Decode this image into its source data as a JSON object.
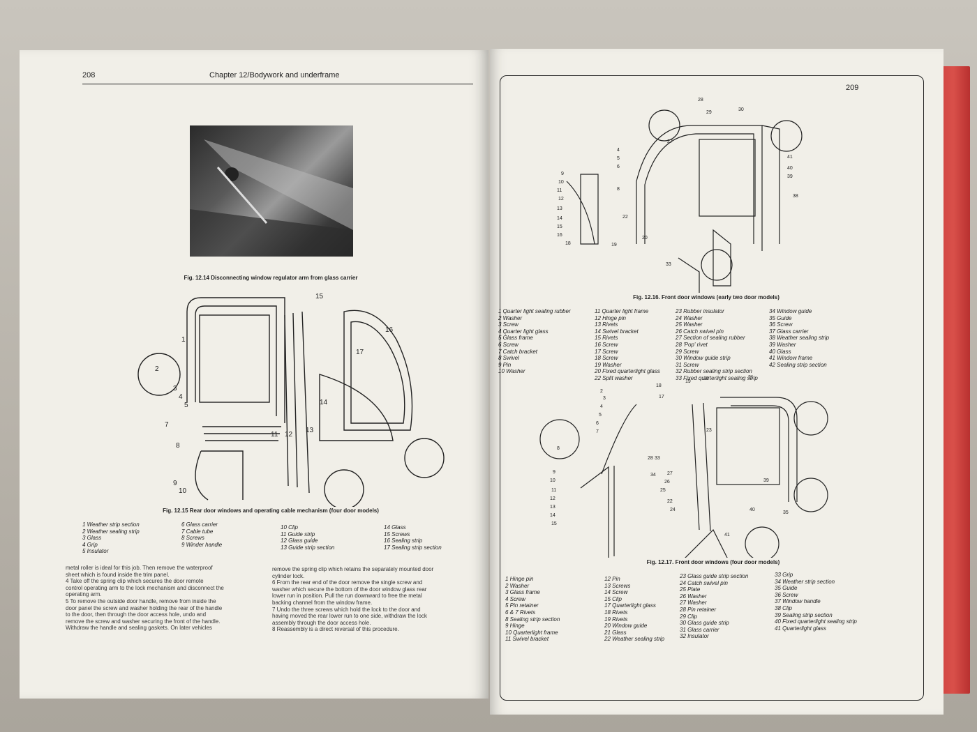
{
  "left_page": {
    "page_number": "208",
    "chapter_title": "Chapter 12/Bodywork and underframe",
    "fig_12_14_caption": "Fig. 12.14 Disconnecting window regulator arm from glass carrier",
    "fig_12_15_caption": "Fig. 12.15 Rear door windows and operating cable mechanism (four door models)",
    "fig_12_15_callouts": [
      "1",
      "2",
      "3",
      "4",
      "5",
      "7",
      "8",
      "9",
      "10",
      "11",
      "12",
      "13",
      "14",
      "15",
      "16",
      "17"
    ],
    "fig_12_15_legend": [
      "1  Weather strip section",
      "2  Weather sealing strip",
      "3  Glass",
      "4  Grip",
      "5  Insulator",
      "6  Glass carrier",
      "7  Cable tube",
      "8  Screws",
      "9  Winder handle",
      "10 Clip",
      "11 Guide strip",
      "12 Glass guide",
      "13 Guide strip section",
      "14 Glass",
      "15 Screws",
      "16 Sealing strip",
      "17 Sealing strip section"
    ],
    "body_col1": [
      "metal roller is ideal for this job. Then remove the waterproof",
      "sheet which is found inside the trim panel.",
      "4  Take off the spring clip which secures the door remote",
      "control operating arm to the lock mechanism and disconnect the",
      "operating arm.",
      "5  To remove the outside door handle, remove from inside the",
      "door panel the screw and washer holding the rear of the handle",
      "to the door, then through the door access hole, undo and",
      "remove the screw and washer securing the front of the handle.",
      "Withdraw the handle and sealing gaskets. On later vehicles"
    ],
    "body_col2": [
      "remove the spring clip which retains the separately mounted door",
      "cylinder lock.",
      "6  From the rear end of the door remove the single screw and",
      "washer which secure the bottom of the door window glass rear",
      "lower run in position. Pull the run downward to free the metal",
      "backing channel from the window frame.",
      "7  Undo the three screws which hold the lock to the door and",
      "having moved the rear lower run to one side, withdraw the lock",
      "assembly through the door access hole.",
      "8  Reassembly is a direct reversal of this procedure."
    ]
  },
  "right_page": {
    "page_number": "209",
    "fig_12_16_caption": "Fig. 12.16. Front door windows (early two door models)",
    "fig_12_16_callouts": [
      "4",
      "5",
      "6",
      "8",
      "9",
      "10",
      "11",
      "12",
      "13",
      "14",
      "15",
      "16",
      "18",
      "19",
      "20",
      "22",
      "27",
      "28",
      "29",
      "30",
      "33",
      "38",
      "39",
      "40",
      "41"
    ],
    "fig_12_16_legend": [
      "1  Quarter light sealing rubber",
      "2  Washer",
      "3  Screw",
      "4  Quarter light glass",
      "5  Glass frame",
      "6  Screw",
      "7  Catch bracket",
      "8  Swivel",
      "9  Pin",
      "10 Washer",
      "11 Quarter light frame",
      "12 Hinge pin",
      "13 Rivets",
      "14 Swivel bracket",
      "15 Rivets",
      "16 Screw",
      "17 Screw",
      "18 Screw",
      "19 Washer",
      "20 Fixed quarterlight glass",
      "22 Split washer",
      "23 Rubber insulator",
      "24 Washer",
      "25 Washer",
      "26 Catch swivel pin",
      "27 Section of sealing rubber",
      "28 'Pop' rivet",
      "29 Screw",
      "30 Window guide strip",
      "31 Screw",
      "32 Rubber sealing strip section",
      "33 Fixed quarterlight sealing strip",
      "34 Window guide",
      "35 Guide",
      "36 Screw",
      "37 Glass carrier",
      "38 Weather sealing strip",
      "39 Washer",
      "40 Glass",
      "41 Window frame",
      "42 Sealing strip section"
    ],
    "fig_12_17_caption": "Fig. 12.17. Front door windows (four door models)",
    "fig_12_17_callouts": [
      "2",
      "3",
      "4",
      "5",
      "6",
      "7",
      "8",
      "9",
      "10",
      "11",
      "12",
      "13",
      "14",
      "15",
      "17",
      "18",
      "19",
      "20",
      "21",
      "22",
      "23",
      "24",
      "25",
      "26",
      "27",
      "28",
      "33",
      "34",
      "35",
      "39",
      "40",
      "41"
    ],
    "fig_12_17_legend": [
      "1  Hinge pin",
      "2  Washer",
      "3  Glass frame",
      "4  Screw",
      "5  Pin retainer",
      "6 & 7 Rivets",
      "8  Sealing strip section",
      "9  Hinge",
      "10 Quarterlight frame",
      "11 Swivel bracket",
      "12 Pin",
      "13 Screws",
      "14 Screw",
      "15 Clip",
      "17 Quarterlight glass",
      "18 Rivets",
      "19 Rivets",
      "20 Window guide",
      "21 Glass",
      "22 Weather sealing strip",
      "23 Glass guide strip section",
      "24 Catch swivel pin",
      "25 Plate",
      "26 Washer",
      "27 Washer",
      "28 Pin retainer",
      "29 Clip",
      "30 Glass guide strip",
      "31 Glass carrier",
      "32 Insulator",
      "33 Grip",
      "34 Weather strip section",
      "35 Guide",
      "36 Screw",
      "37 Window handle",
      "38 Clip",
      "39 Sealing strip section",
      "40 Fixed quarterlight sealing strip",
      "41 Quarterlight glass"
    ]
  }
}
